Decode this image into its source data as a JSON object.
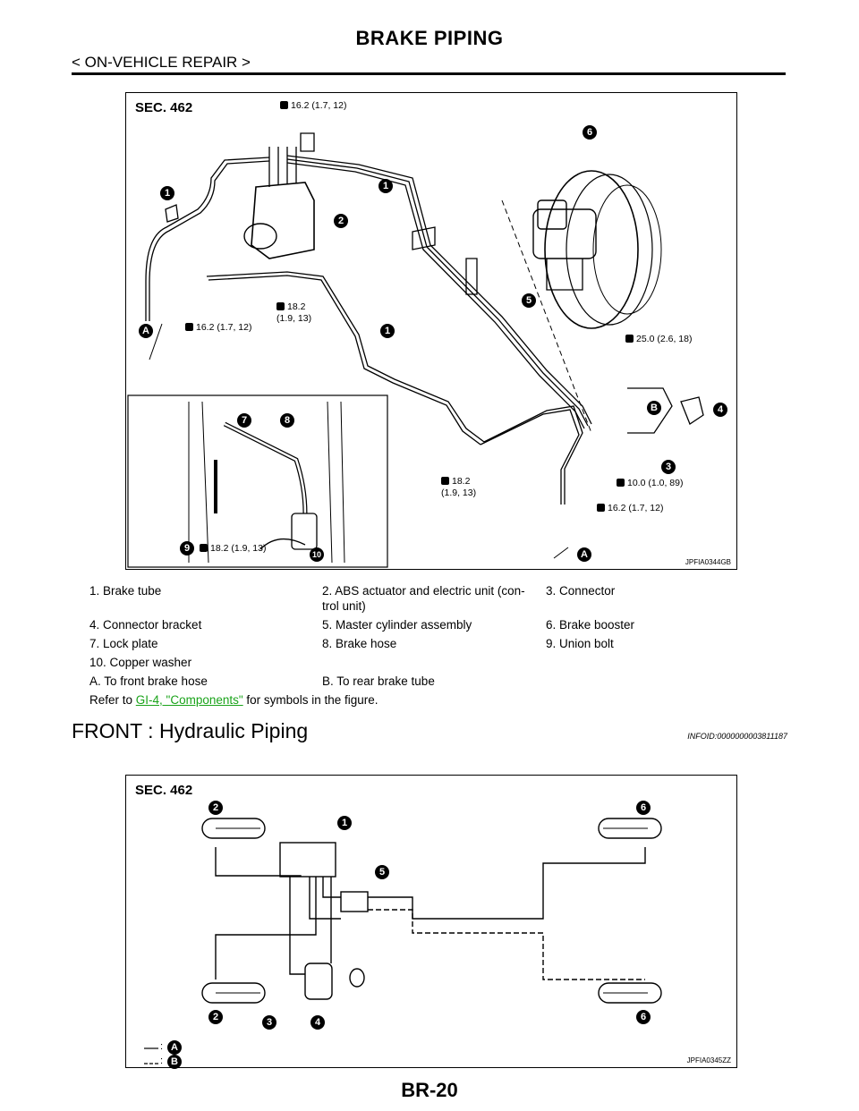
{
  "header": {
    "title": "BRAKE PIPING",
    "section": "< ON-VEHICLE REPAIR >"
  },
  "figure1": {
    "sec": "SEC. 462",
    "id": "JPFIA0344GB",
    "torques": {
      "t1": "16.2 (1.7, 12)",
      "t2": "18.2\n(1.9, 13)",
      "t3": "16.2 (1.7, 12)",
      "t4": "25.0 (2.6, 18)",
      "t5": "18.2\n(1.9, 13)",
      "t6": "10.0 (1.0, 89)",
      "t7": "16.2 (1.7, 12)",
      "t8": "18.2 (1.9, 13)"
    },
    "callouts": {
      "c1a": "1",
      "c1b": "1",
      "c1c": "1",
      "c2": "2",
      "c3": "3",
      "c4": "4",
      "c5": "5",
      "c6": "6",
      "c7": "7",
      "c8": "8",
      "c9": "9",
      "c10": "10",
      "ca1": "A",
      "ca2": "A",
      "cb": "B"
    }
  },
  "legend": {
    "rows": [
      [
        "1. Brake tube",
        "2. ABS actuator and electric unit (con-\ntrol unit)",
        "3. Connector"
      ],
      [
        "4. Connector bracket",
        "5. Master cylinder assembly",
        "6. Brake booster"
      ],
      [
        "7. Lock plate",
        "8. Brake hose",
        "9. Union bolt"
      ],
      [
        "10. Copper washer",
        "",
        ""
      ],
      [
        "A. To front brake hose",
        "B. To rear brake tube",
        ""
      ]
    ],
    "note_prefix": "Refer to ",
    "note_link": "GI-4, \"Components\"",
    "note_suffix": " for symbols in the figure."
  },
  "section2": {
    "title": "FRONT : Hydraulic Piping",
    "infoid": "INFOID:0000000003811187"
  },
  "figure2": {
    "sec": "SEC. 462",
    "id": "JPFIA0345ZZ",
    "callouts": {
      "c1": "1",
      "c2a": "2",
      "c2b": "2",
      "c3": "3",
      "c4": "4",
      "c5": "5",
      "c6a": "6",
      "c6b": "6",
      "ka": "A",
      "kb": "B"
    },
    "key_sep": ":"
  },
  "footer": {
    "page": "BR-20"
  },
  "colors": {
    "link": "#1aa31a"
  }
}
